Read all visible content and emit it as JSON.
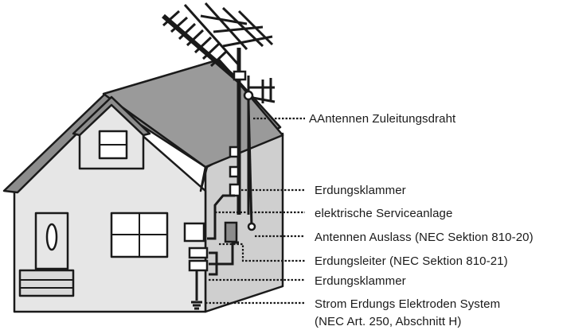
{
  "labels": {
    "lead_in_wire": "AAntennen Zuleitungsdraht",
    "ground_clamp_top": "Erdungsklammer",
    "electric_service": "elektrische Serviceanlage",
    "antenna_discharge": "Antennen Auslass (NEC Sektion 810-20)",
    "grounding_conductor": "Erdungsleiter (NEC Sektion 810-21)",
    "ground_clamp_bottom": "Erdungsklammer",
    "electrode_system_line1": "Strom Erdungs Elektroden System",
    "electrode_system_line2": "(NEC Art. 250, Abschnitt H)"
  },
  "colors": {
    "house_fill": "#e6e6e6",
    "roof_fill": "#8c8c8c",
    "outline": "#1a1a1a",
    "wire": "#1a1a1a"
  }
}
